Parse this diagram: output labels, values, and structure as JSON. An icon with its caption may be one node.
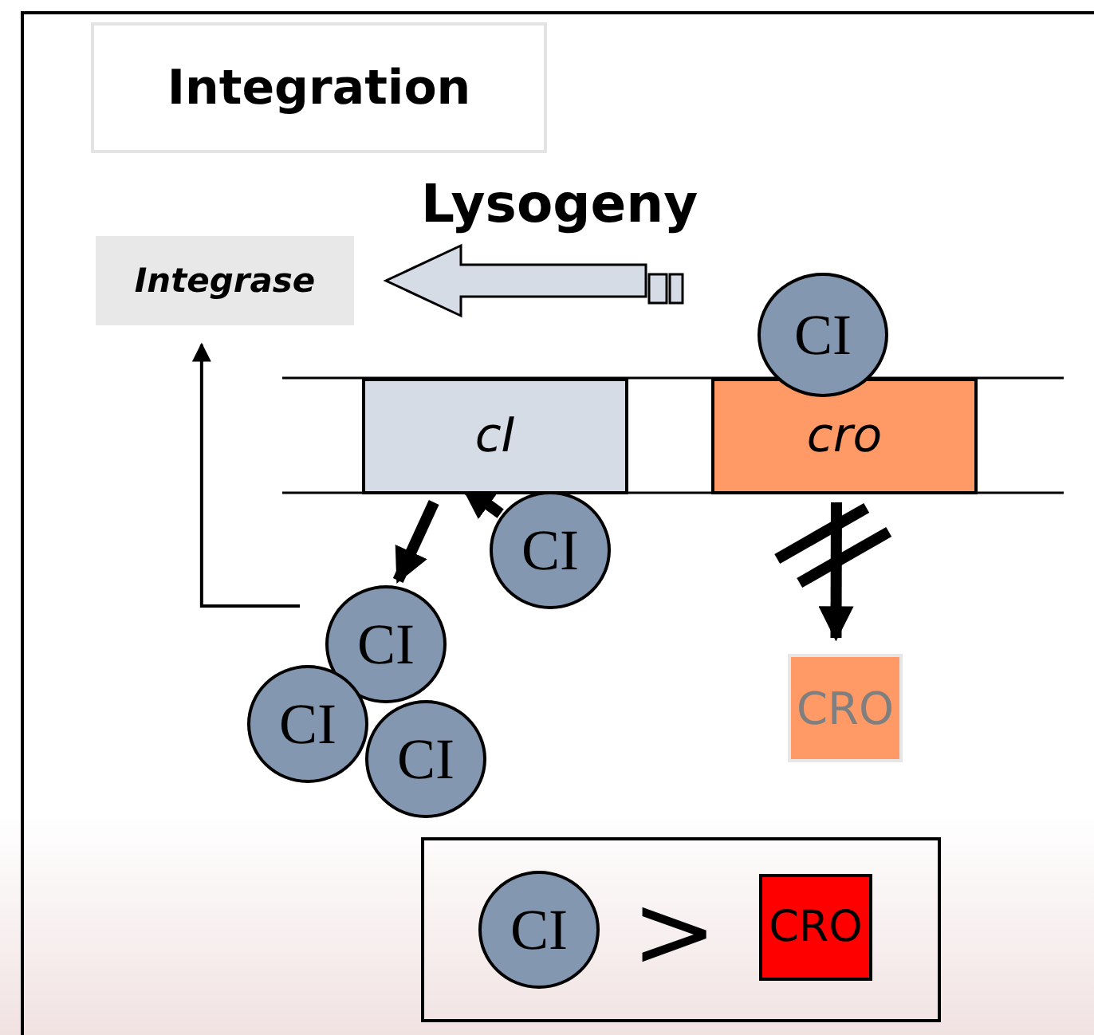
{
  "diagram": {
    "nodes": [
      {
        "text": [
          "Integration"
        ]
      },
      {
        "text": [
          "Integrase"
        ]
      },
      {
        "text": [
          "cI"
        ]
      },
      {
        "text": [
          "cro"
        ]
      },
      {
        "text": [
          "CI"
        ]
      },
      {
        "text": [
          "CI"
        ]
      },
      {
        "text": [
          "CI"
        ]
      },
      {
        "text": [
          "CI"
        ]
      },
      {
        "text": [
          "CI"
        ]
      },
      {
        "text": [
          "CRO"
        ]
      },
      {
        "text": [],
        "shape": "box"
      },
      {
        "text": [
          "CI"
        ],
        "in": 10
      },
      {
        "text": [
          "CRO"
        ],
        "in": 10
      }
    ],
    "edges": [
      {
        "from": null,
        "to": 1,
        "arrow": "to"
      },
      {
        "from": null,
        "to": 1,
        "arrow": "to"
      },
      {
        "from": 2,
        "to": 6,
        "arrow": "to"
      },
      {
        "from": 5,
        "to": 2,
        "arrow": "to"
      },
      {
        "from": 3,
        "to": 9,
        "arrow": "to"
      }
    ],
    "labels": [
      "Lysogeny",
      ">"
    ]
  }
}
